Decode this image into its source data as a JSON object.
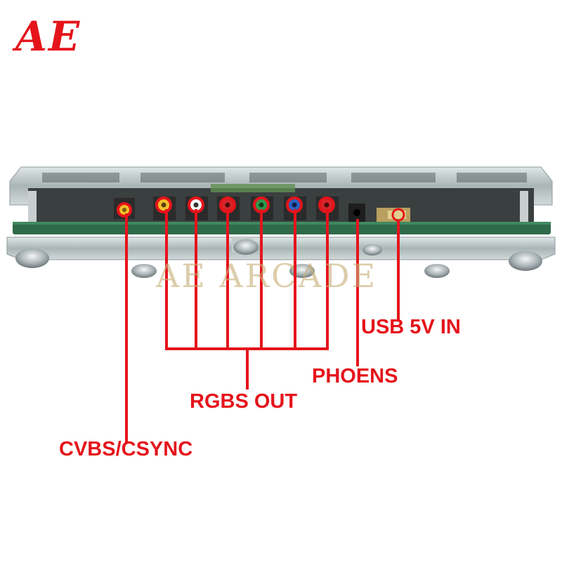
{
  "brand": {
    "logo": "AE",
    "watermark": "AE ARCADE"
  },
  "colors": {
    "accent": "#e5141b",
    "board": "#2f6a4a",
    "acrylic": "#b8c3c5",
    "jack_gold": "#d9b54a"
  },
  "device": {
    "rca_jacks": 7,
    "feet": 7
  },
  "labels": {
    "cvbs": "CVBS/CSYNC",
    "rgbs": "RGBS OUT",
    "phones": "PHOENS",
    "usb": "USB 5V IN"
  }
}
